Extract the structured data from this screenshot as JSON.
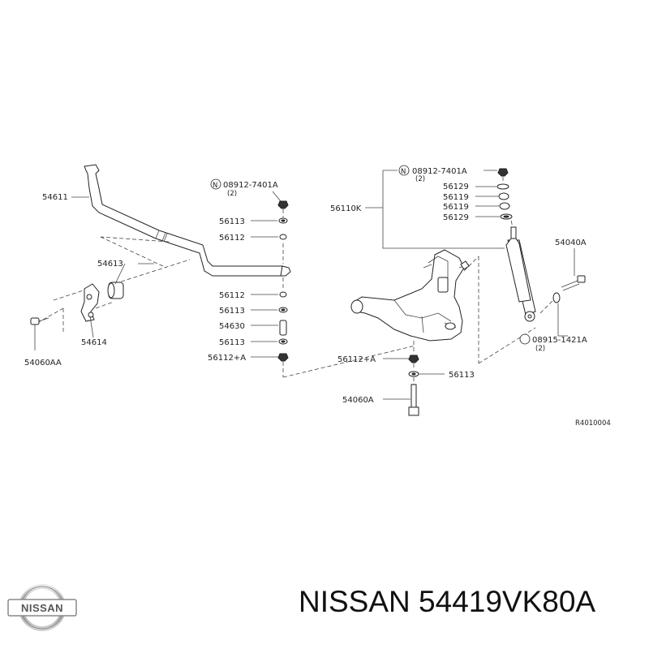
{
  "diagram": {
    "labels": {
      "stabilizer_bar": "54611",
      "bushing": "54613",
      "clamp": "54614",
      "clamp_bolt": "54060AA",
      "nut_left_num": "08912-7401A",
      "nut_left_qty": "(2)",
      "l_56113_a": "56113",
      "l_56112_a": "56112",
      "l_56112_b": "56112",
      "l_56113_b": "56113",
      "l_54630": "54630",
      "l_56113_c": "56113",
      "l_56112_plus": "56112+A",
      "shock_absorber": "56110K",
      "nut_right_num": "08912-7401A",
      "nut_right_qty": "(2)",
      "l_56129_a": "56129",
      "l_56119_a": "56119",
      "l_56119_b": "56119",
      "l_56129_b": "56129",
      "bolt_54040A": "54040A",
      "washer_num": "08915-1421A",
      "washer_qty": "(2)",
      "l_56112_plus_r": "56112+A",
      "l_56113_r": "56113",
      "bolt_54060A": "54060A",
      "ref_code": "R4010004",
      "circled_letter": "N"
    }
  },
  "brand": {
    "logo_text": "NISSAN"
  },
  "part_number": "NISSAN 54419VK80A"
}
